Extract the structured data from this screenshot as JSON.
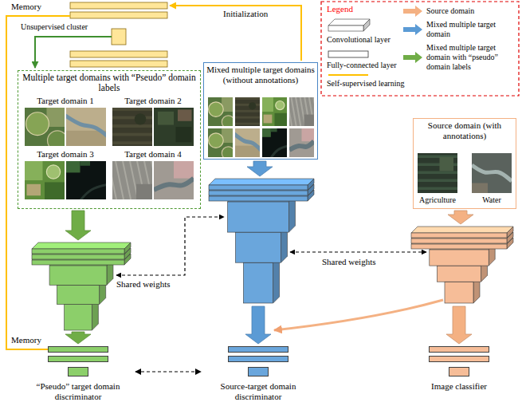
{
  "diagram": {
    "nodes": [
      {
        "text": [
          "Multiple target domains with “Pseudo” domain labels"
        ]
      },
      {
        "text": [
          "Mixed multiple target domains (without annotations)"
        ]
      },
      {
        "text": [
          "Source domain (with annotations)"
        ]
      },
      {
        "text": [
          "“Pseudo” target domain discriminator"
        ]
      },
      {
        "text": [
          "Source-target domain discriminator"
        ]
      },
      {
        "text": [
          "Image classifier"
        ]
      }
    ],
    "edges": [
      {
        "from": 3,
        "to": 4,
        "arrow": "both"
      }
    ],
    "labels": [
      "Memory",
      "Unsupervised cluster",
      "Initialization",
      "Target domain 1",
      "Target domain 2",
      "Target domain 3",
      "Target domain 4",
      "Legend",
      "Agriculture",
      "Water",
      "Shared weights",
      "Shared weights",
      "Memory"
    ],
    "legend": [
      {
        "text": "Source domain",
        "color": "#f4b183"
      },
      {
        "text": "Mixed multiple target domain",
        "color": "#5b9bd5"
      },
      {
        "text": "Mixed multiple target domain with “pseudo” domain labels",
        "color": "#70ad47"
      },
      {
        "text": "Convolutional layer"
      },
      {
        "text": "Fully-connected layer"
      },
      {
        "text": "Self-supervised learning"
      }
    ]
  }
}
